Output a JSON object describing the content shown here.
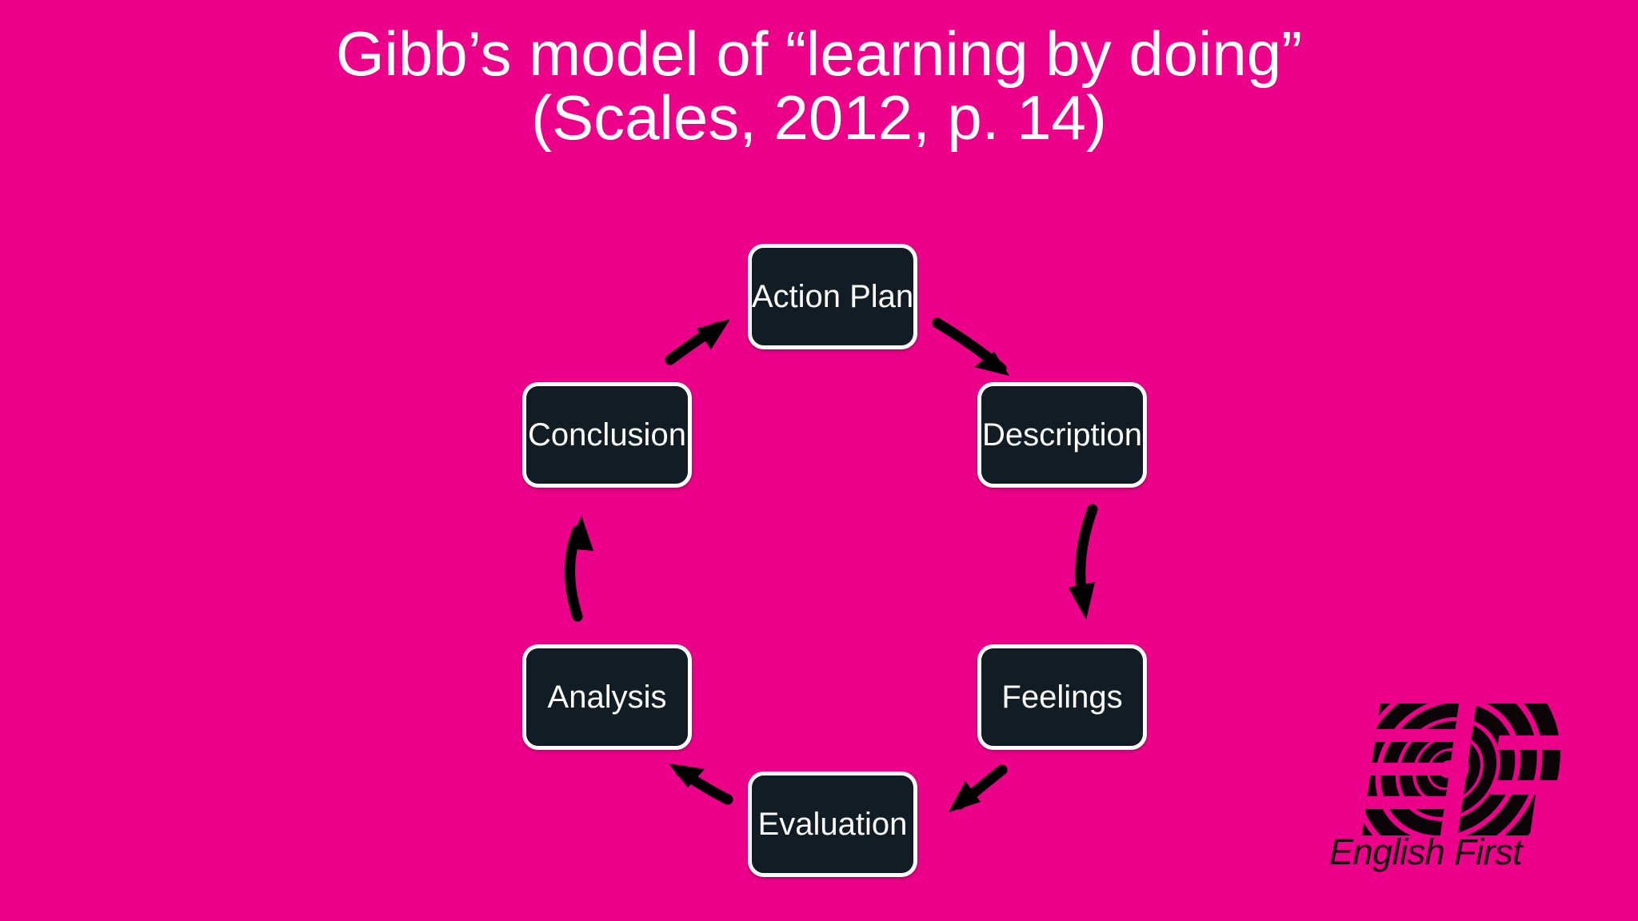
{
  "slide": {
    "background_color": "#ec0089",
    "title": {
      "line1": "Gibb’s model of “learning by doing”",
      "line2": "(Scales, 2012, p. 14)",
      "color": "#ffffff"
    }
  },
  "diagram": {
    "type": "cycle",
    "node_fill_color": "#121c25",
    "node_border_color": "#ffffff",
    "node_text_color": "#ffffff",
    "arrow_color": "#000000",
    "nodes": [
      {
        "id": "action-plan",
        "label": "Action Plan",
        "position": "top"
      },
      {
        "id": "description",
        "label": "Description",
        "position": "upper-right"
      },
      {
        "id": "feelings",
        "label": "Feelings",
        "position": "lower-right"
      },
      {
        "id": "evaluation",
        "label": "Evaluation",
        "position": "bottom"
      },
      {
        "id": "analysis",
        "label": "Analysis",
        "position": "lower-left"
      },
      {
        "id": "conclusion",
        "label": "Conclusion",
        "position": "upper-left"
      }
    ],
    "arrows": [
      {
        "from": "action-plan",
        "to": "description"
      },
      {
        "from": "description",
        "to": "feelings"
      },
      {
        "from": "feelings",
        "to": "evaluation"
      },
      {
        "from": "evaluation",
        "to": "analysis"
      },
      {
        "from": "analysis",
        "to": "conclusion"
      },
      {
        "from": "conclusion",
        "to": "action-plan"
      }
    ]
  },
  "logo": {
    "mark": "ef-concentric-rings",
    "wordmark": "English First",
    "color": "#120a0d"
  }
}
